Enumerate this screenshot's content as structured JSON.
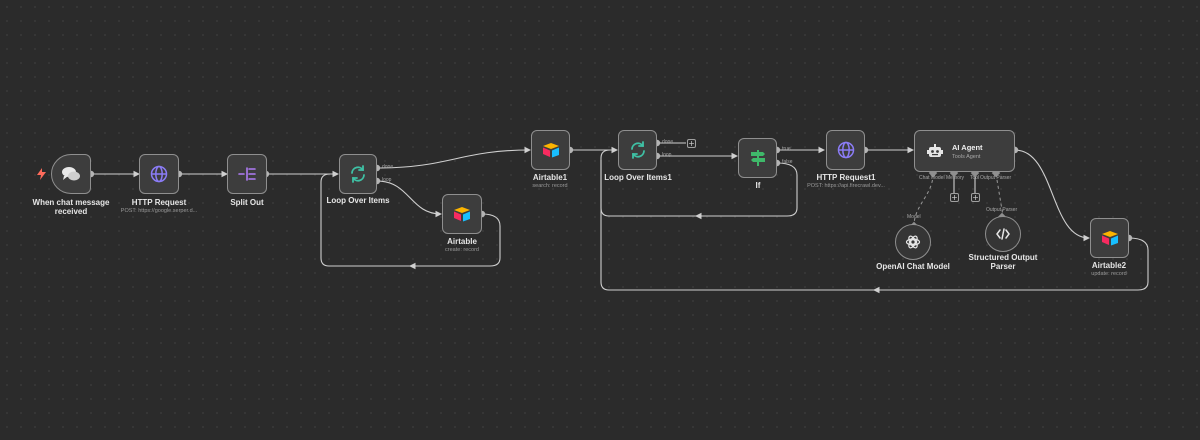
{
  "nodes": {
    "chat_trigger": {
      "title": "When chat message received",
      "title_line1": "When chat message",
      "title_line2": "received"
    },
    "http_request": {
      "title": "HTTP Request",
      "subtitle": "POST: https://google.serper.d..."
    },
    "split_out": {
      "title": "Split Out"
    },
    "loop_over_items": {
      "title": "Loop Over Items",
      "out_done": "done",
      "out_loop": "loop"
    },
    "airtable": {
      "title": "Airtable",
      "subtitle": "create: record"
    },
    "airtable1": {
      "title": "Airtable1",
      "subtitle": "search: record"
    },
    "loop_over_items1": {
      "title": "Loop Over Items1",
      "out_done": "done",
      "out_loop": "loop"
    },
    "if": {
      "title": "If",
      "out_true": "true",
      "out_false": "false"
    },
    "http_request1": {
      "title": "HTTP Request1",
      "subtitle": "POST: https://api.firecrawl.dev..."
    },
    "ai_agent": {
      "title": "AI Agent",
      "subtitle": "Tools Agent",
      "port_chat_model": "Chat Model",
      "port_memory": "Memory",
      "port_tool": "Tool",
      "port_output_parser": "Output Parser"
    },
    "openai_chat_model": {
      "title": "OpenAI Chat Model",
      "port": "Model"
    },
    "structured_output_parser": {
      "title_line1": "Structured Output",
      "title_line2": "Parser",
      "port": "Output Parser"
    },
    "airtable2": {
      "title": "Airtable2",
      "subtitle": "update: record"
    }
  },
  "buttons": {
    "plus": "+"
  },
  "colors": {
    "background": "#2b2b2b",
    "node_fill": "#3d3d3d",
    "node_border": "#8f8f8f",
    "edge": "#cfcfcf",
    "trigger_bolt": "#ff6b5b",
    "globe": "#8b7cf6",
    "split_out": "#b07cf6",
    "loop": "#3fc1a5",
    "if_green": "#3fb96a"
  },
  "icons": {
    "trigger": "lightning-icon",
    "chat": "chat-bubbles-icon",
    "http": "globe-icon",
    "split": "split-out-icon",
    "loop": "refresh-loop-icon",
    "airtable": "airtable-icon",
    "if": "signpost-icon",
    "agent": "robot-icon",
    "openai": "openai-icon",
    "parser": "code-brackets-icon"
  }
}
